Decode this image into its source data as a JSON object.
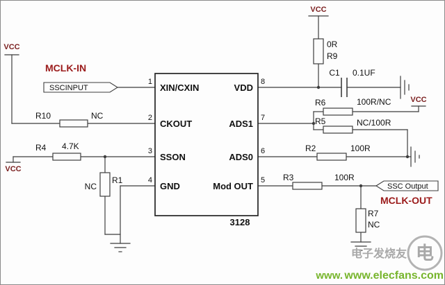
{
  "power": {
    "vcc_top_right": "VCC",
    "vcc_top_left": "VCC",
    "vcc_bottom_left": "VCC",
    "vcc_mid_right": "VCC"
  },
  "nets": {
    "mclk_in": "MCLK-IN",
    "mclk_out": "MCLK-OUT",
    "ssc_input": "SSCINPUT",
    "ssc_output": "SSC Output"
  },
  "chip": {
    "part_number": "3128",
    "pins": {
      "p1": {
        "num": "1",
        "name": "XIN/CXIN"
      },
      "p2": {
        "num": "2",
        "name": "CKOUT"
      },
      "p3": {
        "num": "3",
        "name": "SSON"
      },
      "p4": {
        "num": "4",
        "name": "GND"
      },
      "p5": {
        "num": "5",
        "name": "Mod OUT"
      },
      "p6": {
        "num": "6",
        "name": "ADS0"
      },
      "p7": {
        "num": "7",
        "name": "ADS1"
      },
      "p8": {
        "num": "8",
        "name": "VDD"
      }
    }
  },
  "components": {
    "r1": {
      "ref": "R1",
      "value": "NC"
    },
    "r2": {
      "ref": "R2",
      "value": "100R"
    },
    "r3": {
      "ref": "R3",
      "value": "100R"
    },
    "r4": {
      "ref": "R4",
      "value": "4.7K"
    },
    "r5": {
      "ref": "R5",
      "value": "NC/100R"
    },
    "r6": {
      "ref": "R6",
      "value": "100R/NC"
    },
    "r7": {
      "ref": "R7",
      "value": "NC"
    },
    "r9": {
      "ref": "R9",
      "value": "0R"
    },
    "r10": {
      "ref": "R10",
      "value": "NC"
    },
    "c1": {
      "ref": "C1",
      "value": "0.1UF"
    }
  },
  "watermark": {
    "brand": "电子发烧友",
    "logo_char": "电",
    "url": "www.elecfans.com",
    "prefix": "www."
  }
}
